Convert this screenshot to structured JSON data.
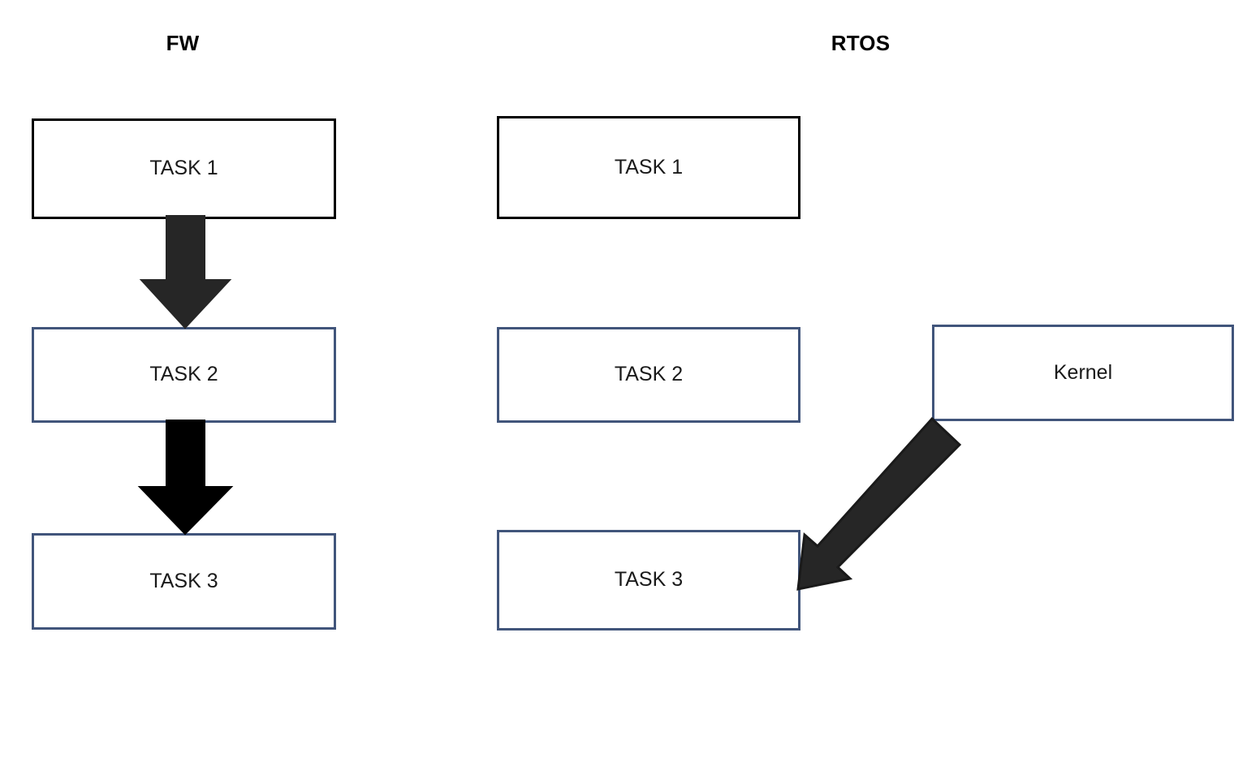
{
  "diagram": {
    "title_left": "FW",
    "title_right": "RTOS",
    "background": "#ffffff"
  },
  "colors": {
    "box_border_black": "#000000",
    "box_border_blue": "#41557b",
    "arrow_dark": "#262626",
    "arrow_black": "#000000",
    "text": "#1a1a1a",
    "canvas": "#ffffff"
  },
  "columns": [
    {
      "id": "fw",
      "heading": "FW",
      "nodes": [
        {
          "id": "fw-task1",
          "label": "TASK 1",
          "border": "black"
        },
        {
          "id": "fw-task2",
          "label": "TASK 2",
          "border": "blue"
        },
        {
          "id": "fw-task3",
          "label": "TASK 3",
          "border": "blue"
        }
      ]
    },
    {
      "id": "rtos",
      "heading": "RTOS",
      "nodes": [
        {
          "id": "rtos-task1",
          "label": "TASK 1",
          "border": "black"
        },
        {
          "id": "rtos-task2",
          "label": "TASK 2",
          "border": "blue"
        },
        {
          "id": "rtos-task3",
          "label": "TASK 3",
          "border": "blue"
        }
      ]
    }
  ],
  "kernel": {
    "id": "kernel",
    "label": "Kernel",
    "border": "blue"
  },
  "arrows": [
    {
      "id": "arrow-fw-1-2",
      "kind": "block-arrow-down",
      "from": "fw-task1",
      "to": "fw-task2",
      "color": "#262626"
    },
    {
      "id": "arrow-fw-2-3",
      "kind": "block-arrow-down",
      "from": "fw-task2",
      "to": "fw-task3",
      "color": "#000000"
    },
    {
      "id": "arrow-kernel-task3",
      "kind": "block-arrow-diagonal-down-left",
      "from": "kernel",
      "to": "rtos-task3",
      "color": "#262626"
    }
  ]
}
